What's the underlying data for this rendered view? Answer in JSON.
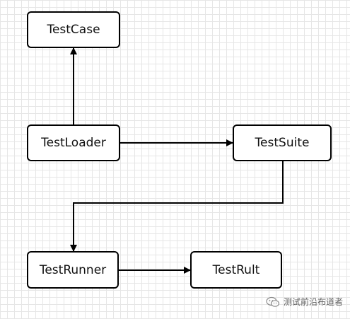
{
  "diagram": {
    "nodes": {
      "testcase": "TestCase",
      "testloader": "TestLoader",
      "testsuite": "TestSuite",
      "testrunner": "TestRunner",
      "testrult": "TestRult"
    },
    "edges": [
      {
        "from": "TestLoader",
        "to": "TestCase"
      },
      {
        "from": "TestLoader",
        "to": "TestSuite"
      },
      {
        "from": "TestSuite",
        "to": "TestRunner"
      },
      {
        "from": "TestRunner",
        "to": "TestRult"
      }
    ]
  },
  "watermark": {
    "text": "测试前沿布道者",
    "icon": "wechat-icon"
  }
}
